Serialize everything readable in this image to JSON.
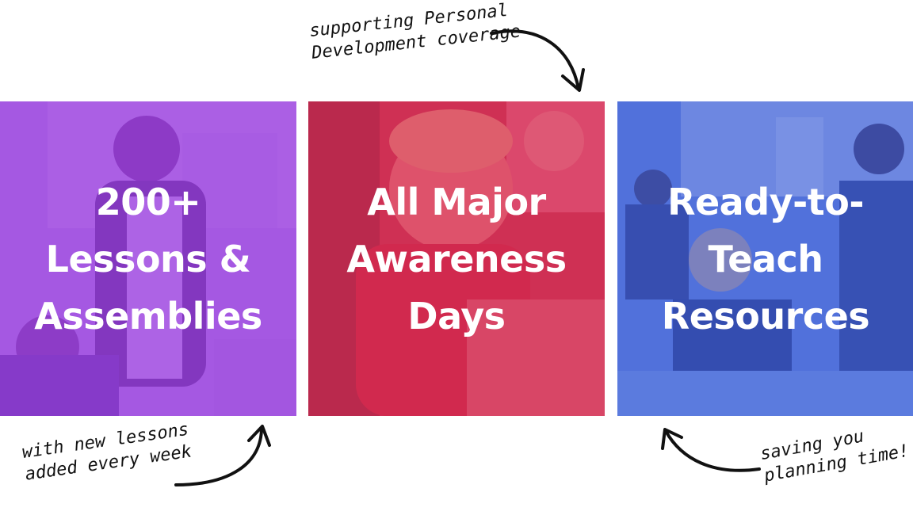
{
  "tiles": [
    {
      "lines": [
        "200+",
        "Lessons &",
        "Assemblies"
      ],
      "overlay_color": "#9b3fe0",
      "photo": "teacher-with-students-photo"
    },
    {
      "lines": [
        "All Major",
        "Awareness",
        "Days"
      ],
      "overlay_color": "#d8305a",
      "photo": "smiling-boy-classroom-photo"
    },
    {
      "lines": [
        "Ready-to-",
        "Teach",
        "Resources"
      ],
      "overlay_color": "#3f5fd8",
      "photo": "students-laughing-classroom-photo"
    }
  ],
  "notes": {
    "top": [
      "supporting Personal",
      "Development coverage"
    ],
    "bottom_left": [
      "with new lessons",
      "added every week"
    ],
    "bottom_right": [
      "saving you",
      "planning time!"
    ]
  }
}
